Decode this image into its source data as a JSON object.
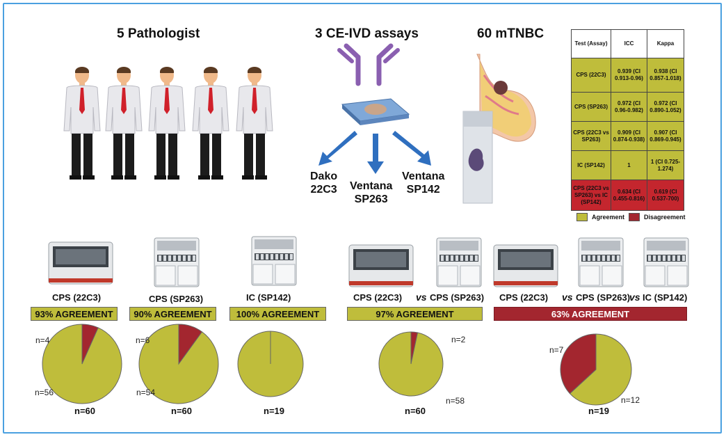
{
  "headers": {
    "pathologists": "5 Pathologist",
    "assays": "3 CE-IVD assays",
    "cases": "60 mTNBC"
  },
  "assay_labels": {
    "dako": [
      "Dako",
      "22C3"
    ],
    "sp263": [
      "Ventana",
      "SP263"
    ],
    "sp142": [
      "Ventana",
      "SP142"
    ]
  },
  "table": {
    "headers": [
      "Test (Assay)",
      "ICC",
      "Kappa"
    ],
    "rows": [
      {
        "test": "CPS (22C3)",
        "icc": "0.939 (CI 0.913-0.96)",
        "kappa": "0.938 (CI 0.857-1.018)",
        "status": "agreement"
      },
      {
        "test": "CPS (SP263)",
        "icc": "0.972 (CI 0.96-0.982)",
        "kappa": "0.972 (CI 0.890-1.052)",
        "status": "agreement"
      },
      {
        "test": "CPS (22C3 vs SP263)",
        "icc": "0.909 (CI 0.874-0.938)",
        "kappa": "0.907 (CI 0.869-0.945)",
        "status": "agreement"
      },
      {
        "test": "IC (SP142)",
        "icc": "1",
        "kappa": "1 (CI 0.725-1.274)",
        "status": "agreement"
      },
      {
        "test": "CPS (22C3 vs SP263) vs IC (SP142)",
        "icc": "0.634 (CI 0.455-0.816)",
        "kappa": "0.619 (CI 0.537-700)",
        "status": "disagreement"
      }
    ],
    "legend": {
      "agreement": "Agreement",
      "disagreement": "Disagreement"
    }
  },
  "instrument_labels": {
    "cps22c3": "CPS (22C3)",
    "cpssp263": "CPS (SP263)",
    "icsp142": "IC (SP142)",
    "cmp1_a": "CPS (22C3)",
    "cmp1_b": "CPS (SP263)",
    "cmp2_a": "CPS (22C3)",
    "cmp2_b": "CPS (SP263)",
    "cmp2_c": "IC (SP142)",
    "vs": "vs"
  },
  "agreement_bars": {
    "b1": "93% AGREEMENT",
    "b2": "90% AGREEMENT",
    "b3": "100% AGREEMENT",
    "b4": "97% AGREEMENT",
    "b5": "63% AGREEMENT"
  },
  "colors": {
    "agreement": "#bfbd3b",
    "disagreement": "#a3262f",
    "frame": "#4aa0e0",
    "arrow": "#2f6fbf",
    "antibody": "#8a5fb0"
  },
  "chart_data": [
    {
      "type": "pie",
      "id": "p1",
      "slices": [
        {
          "label": "n=56",
          "value": 56,
          "status": "agreement"
        },
        {
          "label": "n=4",
          "value": 4,
          "status": "disagreement"
        }
      ],
      "total": "n=60"
    },
    {
      "type": "pie",
      "id": "p2",
      "slices": [
        {
          "label": "n=54",
          "value": 54,
          "status": "agreement"
        },
        {
          "label": "n=6",
          "value": 6,
          "status": "disagreement"
        }
      ],
      "total": "n=60"
    },
    {
      "type": "pie",
      "id": "p3",
      "slices": [
        {
          "label": "",
          "value": 19,
          "status": "agreement"
        }
      ],
      "total": "n=19"
    },
    {
      "type": "pie",
      "id": "p4",
      "slices": [
        {
          "label": "n=58",
          "value": 58,
          "status": "agreement"
        },
        {
          "label": "n=2",
          "value": 2,
          "status": "disagreement"
        }
      ],
      "total": "n=60"
    },
    {
      "type": "pie",
      "id": "p5",
      "slices": [
        {
          "label": "n=12",
          "value": 12,
          "status": "agreement"
        },
        {
          "label": "n=7",
          "value": 7,
          "status": "disagreement"
        }
      ],
      "total": "n=19"
    }
  ]
}
